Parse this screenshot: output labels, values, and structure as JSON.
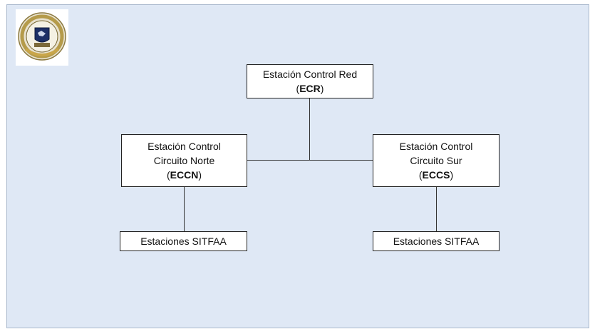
{
  "diagram": {
    "nodes": {
      "ecr": {
        "line1": "Estación Control Red",
        "open": "(",
        "abbr": "ECR",
        "close": ")"
      },
      "eccn": {
        "line1": "Estación Control",
        "line2": "Circuito Norte",
        "open": "(",
        "abbr": "ECCN",
        "close": ")"
      },
      "eccs": {
        "line1": "Estación Control",
        "line2": "Circuito Sur",
        "open": "(",
        "abbr": "ECCS",
        "close": ")"
      },
      "sitfaa_left": {
        "label": "Estaciones SITFAA"
      },
      "sitfaa_right": {
        "label": "Estaciones SITFAA"
      }
    },
    "edges": [
      {
        "from": "ecr",
        "to": "eccn"
      },
      {
        "from": "ecr",
        "to": "eccs"
      },
      {
        "from": "eccn",
        "to": "sitfaa_left"
      },
      {
        "from": "eccs",
        "to": "sitfaa_right"
      }
    ]
  },
  "logo": {
    "icon": "institution-seal-icon",
    "colors": {
      "ring": "#c9a64a",
      "center": "#1c2f66"
    }
  }
}
